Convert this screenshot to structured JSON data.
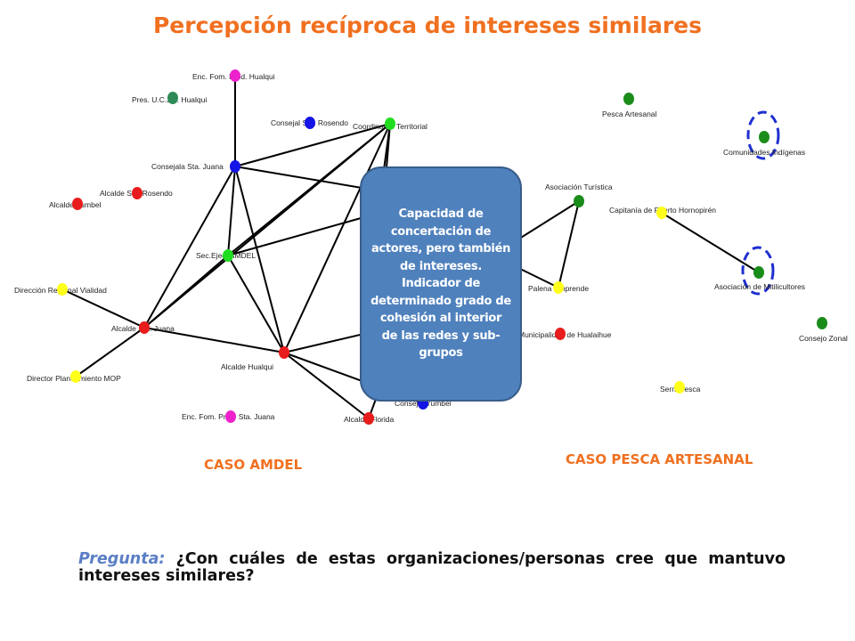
{
  "title": "Percepción recíproca de intereses similares",
  "colors": {
    "title": "#f07020",
    "question_label": "#5b7fc4",
    "edge": "#000000",
    "highlight_circle": "#1f2fd0",
    "callout_fill": "#4f81bd",
    "red": "#e81c1c",
    "blue": "#1414e6",
    "green": "#20dd20",
    "magenta": "#ee22cc",
    "yellow": "#ffff1a",
    "dark_green": "#1a8c1a",
    "teal": "#2e8b57"
  },
  "amdel": {
    "case_label": "CASO AMDEL",
    "nodes": [
      {
        "id": "enc_fom_hualqui",
        "label": "Enc. Fom. Prod. Hualqui",
        "color": "magenta"
      },
      {
        "id": "pres_ucjv",
        "label": "Pres. U.C.J.V. Hualqui",
        "color": "teal"
      },
      {
        "id": "consejal_sr",
        "label": "Consejal Sta. Rosendo",
        "color": "blue"
      },
      {
        "id": "coordinador",
        "label": "Coordinador Territorial",
        "color": "green"
      },
      {
        "id": "consejala_sj",
        "label": "Consejala Sta. Juana",
        "color": "blue"
      },
      {
        "id": "alcalde_sr",
        "label": "Alcalde Sta. Rosendo",
        "color": "red"
      },
      {
        "id": "alcalde_yumbel",
        "label": "Alcalde Yumbel",
        "color": "red"
      },
      {
        "id": "sec_ejec",
        "label": "Sec.Ejec. AMDEL",
        "color": "green"
      },
      {
        "id": "dir_vialidad",
        "label": "Dirección Regional Vialidad",
        "color": "yellow"
      },
      {
        "id": "alcalde_sj",
        "label": "Alcalde Sta. Juana",
        "color": "red"
      },
      {
        "id": "director_mop",
        "label": "Director Planeamiento MOP",
        "color": "yellow"
      },
      {
        "id": "alcalde_hualqui",
        "label": "Alcalde Hualqui",
        "color": "red"
      },
      {
        "id": "enc_fom_sj",
        "label": "Enc. Fom. Prod. Sta. Juana",
        "color": "magenta"
      },
      {
        "id": "alcalde_florida",
        "label": "Alcalde Florida",
        "color": "red"
      },
      {
        "id": "consejal_yumbel",
        "label": "Consejal Yumbel",
        "color": "blue"
      }
    ],
    "edges": [
      [
        "enc_fom_hualqui",
        "consejala_sj"
      ],
      [
        "consejala_sj",
        "coordinador"
      ],
      [
        "consejala_sj",
        "sec_ejec"
      ],
      [
        "consejala_sj",
        "alcalde_sj"
      ],
      [
        "consejala_sj",
        "alcalde_hualqui"
      ],
      [
        "consejala_sj",
        "hidden_a"
      ],
      [
        "coordinador",
        "sec_ejec"
      ],
      [
        "coordinador",
        "alcalde_hualqui"
      ],
      [
        "coordinador",
        "hidden_b"
      ],
      [
        "coordinador",
        "hidden_c"
      ],
      [
        "sec_ejec",
        "alcalde_sj"
      ],
      [
        "sec_ejec",
        "alcalde_hualqui"
      ],
      [
        "sec_ejec",
        "hidden_b"
      ],
      [
        "dir_vialidad",
        "alcalde_sj"
      ],
      [
        "alcalde_sj",
        "director_mop"
      ],
      [
        "alcalde_sj",
        "alcalde_hualqui"
      ],
      [
        "alcalde_sj",
        "coordinador"
      ],
      [
        "alcalde_hualqui",
        "alcalde_florida"
      ],
      [
        "alcalde_hualqui",
        "hidden_d"
      ],
      [
        "alcalde_hualqui",
        "consejal_yumbel"
      ],
      [
        "alcalde_florida",
        "hidden_e"
      ]
    ]
  },
  "pesca": {
    "case_label": "CASO PESCA ARTESANAL",
    "nodes": [
      {
        "id": "pesca_artesanal",
        "label": "Pesca Artesanal",
        "color": "dark_green"
      },
      {
        "id": "comunidades",
        "label": "Comunidades Indígenas",
        "color": "dark_green"
      },
      {
        "id": "asoc_turistica",
        "label": "Asociación Turística",
        "color": "dark_green"
      },
      {
        "id": "capitania",
        "label": "Capitanía de Puerto Hornopirén",
        "color": "yellow"
      },
      {
        "id": "asoc_mitilicultores",
        "label": "Asociación de Mitilicultores",
        "color": "dark_green"
      },
      {
        "id": "palena",
        "label": "Palena Emprende",
        "color": "yellow"
      },
      {
        "id": "municipalidad",
        "label": "Municipalidad de Hualaihue",
        "color": "red"
      },
      {
        "id": "consejo_zonal",
        "label": "Consejo Zonal",
        "color": "dark_green"
      },
      {
        "id": "sernapesca",
        "label": "Sernapesca",
        "color": "yellow"
      }
    ],
    "edges": [
      [
        "asoc_turistica",
        "palena"
      ],
      [
        "asoc_turistica",
        "hidden_f"
      ],
      [
        "palena",
        "hidden_g"
      ],
      [
        "capitania",
        "asoc_mitilicultores"
      ]
    ],
    "highlighted": [
      "comunidades",
      "asoc_mitilicultores"
    ]
  },
  "callout": {
    "text": "Capacidad de concertación de actores, pero también de intereses. Indicador de determinado grado de cohesión al interior de las redes y sub-grupos"
  },
  "question": {
    "label": "Pregunta:",
    "text": "¿Con cuáles de estas organizaciones/personas cree que mantuvo intereses similares?"
  }
}
